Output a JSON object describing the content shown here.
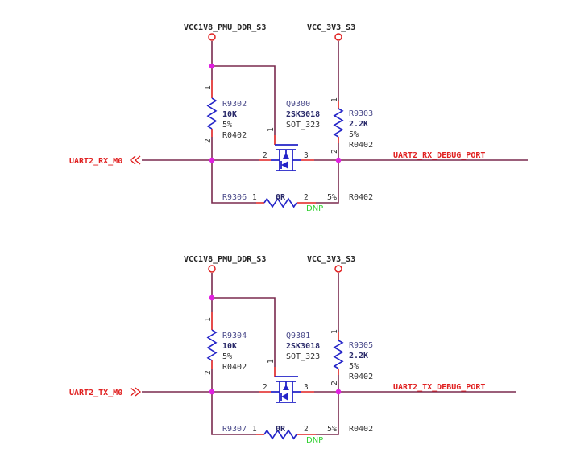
{
  "circuits": [
    {
      "vcc_left": "VCC1V8_PMU_DDR_S3",
      "vcc_right": "VCC_3V3_S3",
      "input_net": "UART2_RX_M0",
      "output_net": "UART2_RX_DEBUG_PORT",
      "r_left": {
        "ref": "R9302",
        "value": "10K",
        "tol": "5%",
        "pkg": "R0402",
        "pin1": "1",
        "pin2": "2"
      },
      "q": {
        "ref": "Q9300",
        "value": "2SK3018",
        "pkg": "SOT_323",
        "pin1": "1",
        "pin2": "2",
        "pin3": "3"
      },
      "r_right": {
        "ref": "R9303",
        "value": "2.2K",
        "tol": "5%",
        "pkg": "R0402",
        "pin1": "1",
        "pin2": "2"
      },
      "r_bypass": {
        "ref": "R9306",
        "pin1": "1",
        "value": "0R",
        "pin2": "2",
        "tol": "5%",
        "pkg": "R0402",
        "dnp": "DNP"
      }
    },
    {
      "vcc_left": "VCC1V8_PMU_DDR_S3",
      "vcc_right": "VCC_3V3_S3",
      "input_net": "UART2_TX_M0",
      "output_net": "UART2_TX_DEBUG_PORT",
      "r_left": {
        "ref": "R9304",
        "value": "10K",
        "tol": "5%",
        "pkg": "R0402",
        "pin1": "1",
        "pin2": "2"
      },
      "q": {
        "ref": "Q9301",
        "value": "2SK3018",
        "pkg": "SOT_323",
        "pin1": "1",
        "pin2": "2",
        "pin3": "3"
      },
      "r_right": {
        "ref": "R9305",
        "value": "2.2K",
        "tol": "5%",
        "pkg": "R0402",
        "pin1": "1",
        "pin2": "2"
      },
      "r_bypass": {
        "ref": "R9307",
        "pin1": "1",
        "value": "0R",
        "pin2": "2",
        "tol": "5%",
        "pkg": "R0402",
        "dnp": "DNP"
      }
    }
  ],
  "colors": {
    "wire": "#7a2a4e",
    "net_label": "#e02020",
    "component": "#2424c8",
    "junction": "#e020e0",
    "dnp": "#30d030"
  }
}
